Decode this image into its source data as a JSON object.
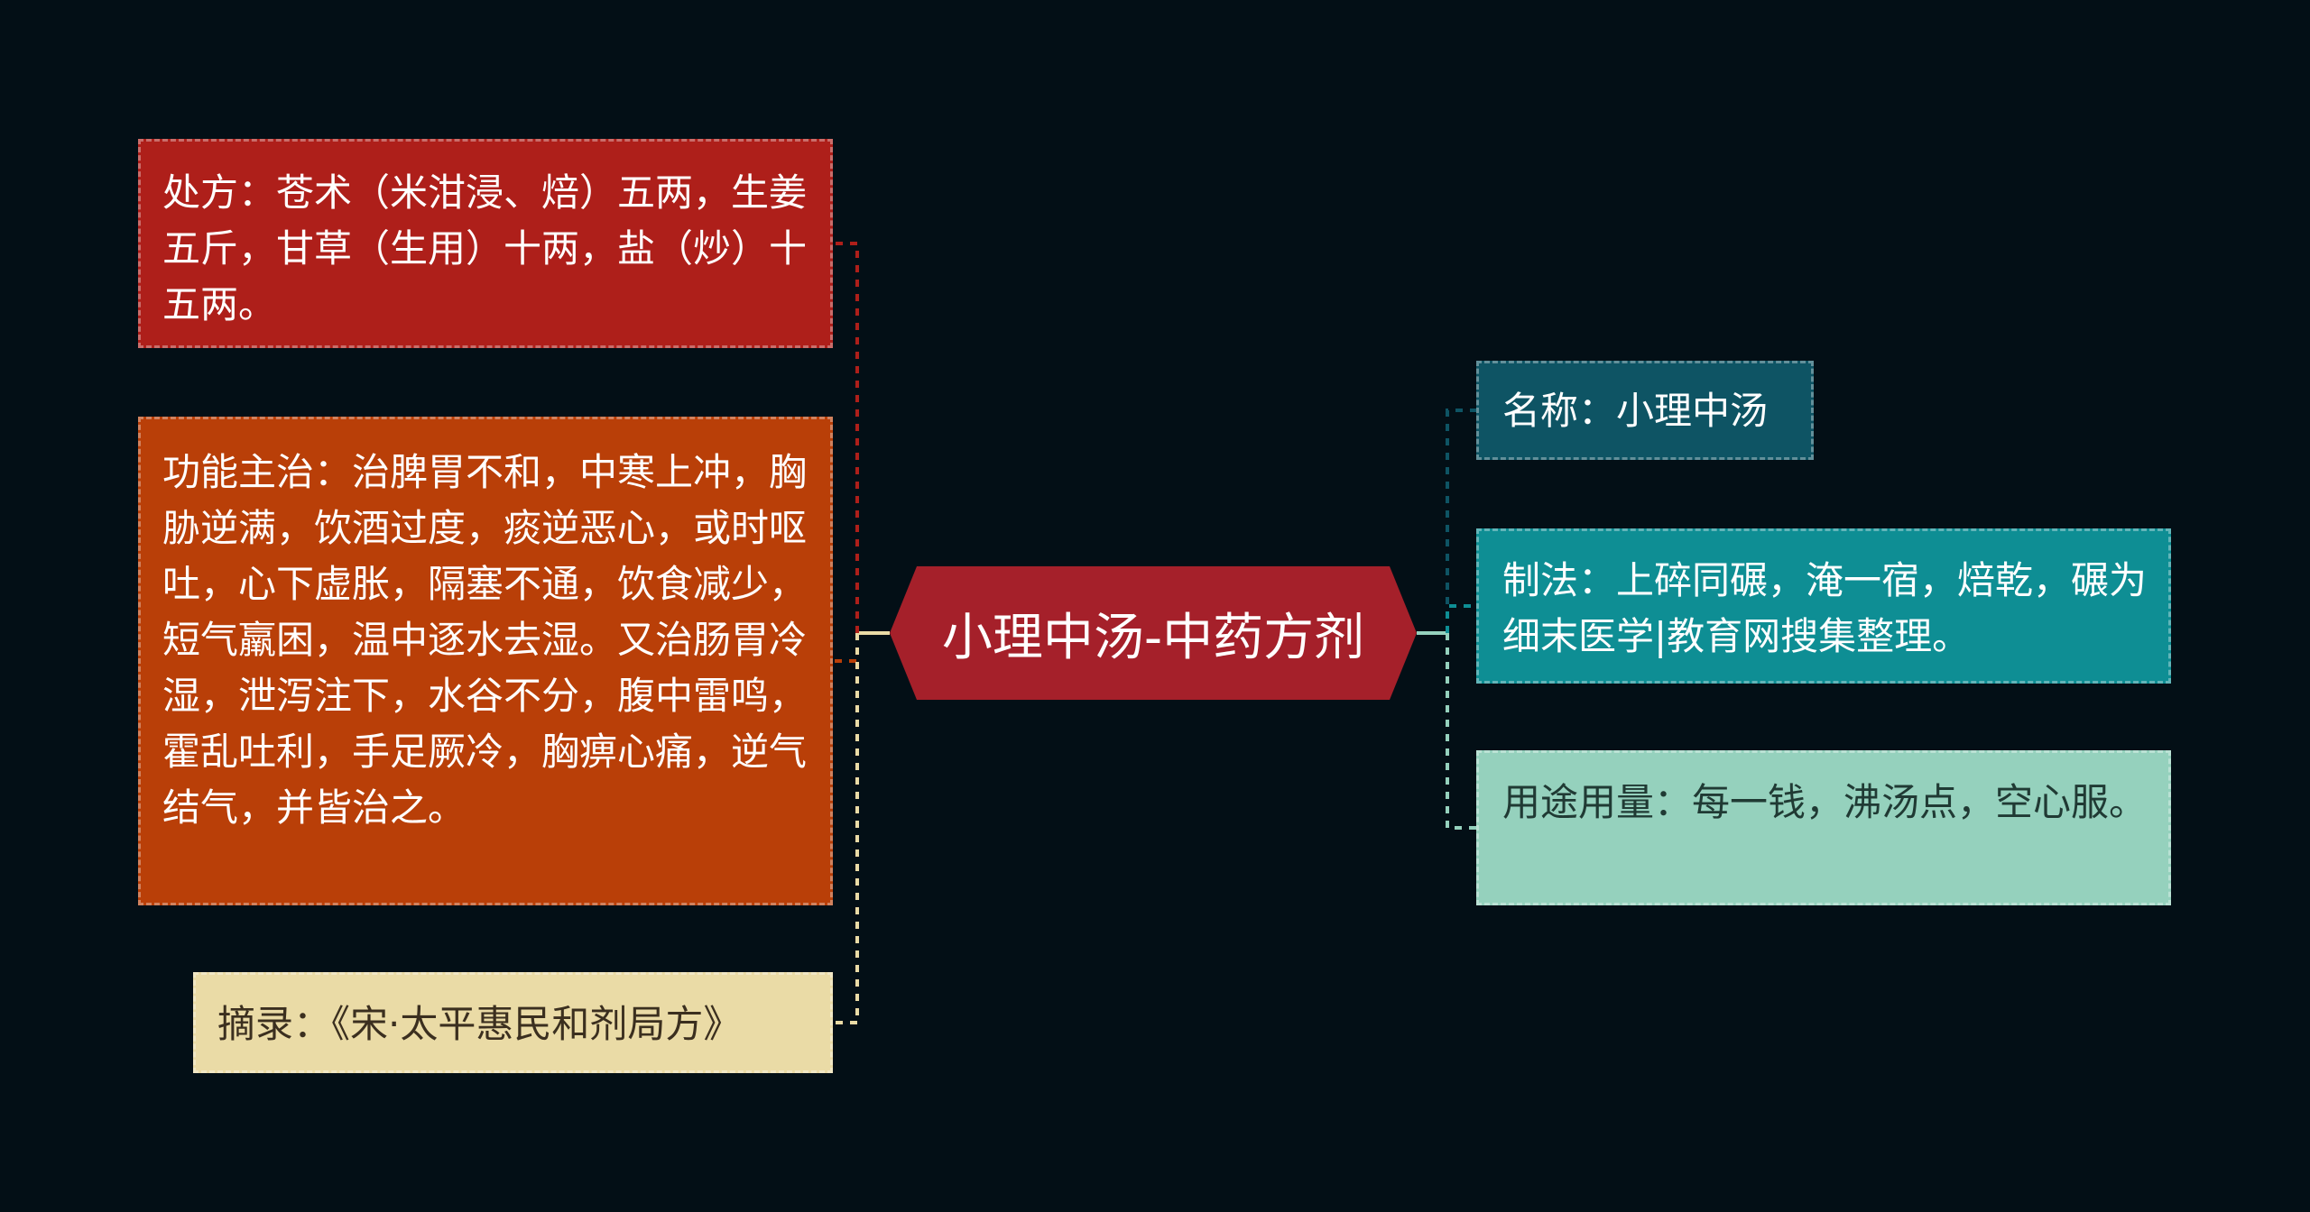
{
  "center": {
    "title": "小理中汤-中药方剂",
    "color": "#a5202a"
  },
  "left_nodes": {
    "recipe": "处方：苍术（米泔浸、焙）五两，生姜五斤，甘草（生用）十两，盐（炒）十五两。",
    "indications": "功能主治：治脾胃不和，中寒上冲，胸胁逆满，饮酒过度，痰逆恶心，或时呕吐，心下虚胀，隔塞不通，饮食减少，短气羸困，温中逐水去湿。又治肠胃冷湿，泄泻注下，水谷不分，腹中雷鸣，霍乱吐利，手足厥冷，胸痹心痛，逆气结气，并皆治之。",
    "source": "摘录：《宋·太平惠民和剂局方》"
  },
  "right_nodes": {
    "name": "名称：小理中汤",
    "method": "制法：上碎同碾，淹一宿，焙乾，碾为细末医学|教育网搜集整理。",
    "usage": "用途用量：每一钱，沸汤点，空心服。"
  },
  "colors": {
    "background": "#030f16",
    "recipe": "#ae1f1a",
    "indications": "#b93f08",
    "source": "#eadba6",
    "name": "#0e5464",
    "method": "#0e8e94",
    "usage": "#95d1bd"
  }
}
